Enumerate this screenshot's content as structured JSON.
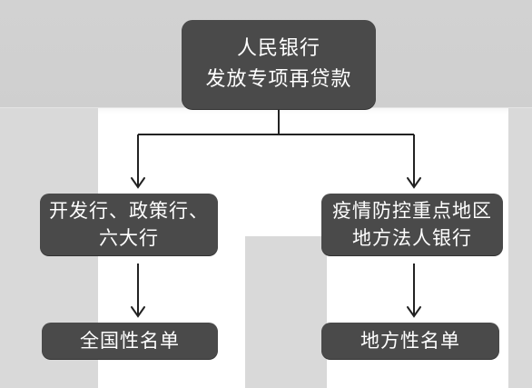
{
  "nodes": {
    "top": {
      "line1": "人民银行",
      "line2": "发放专项再贷款"
    },
    "left": {
      "line1": "开发行、政策行、",
      "line2": "六大行"
    },
    "right": {
      "line1": "疫情防控重点地区",
      "line2": "地方法人银行"
    },
    "bottom_left": {
      "line1": "全国性名单"
    },
    "bottom_right": {
      "line1": "地方性名单"
    }
  },
  "colors": {
    "node_fill": "#4a4a4a",
    "node_text": "#ffffff",
    "connector": "#222222"
  }
}
